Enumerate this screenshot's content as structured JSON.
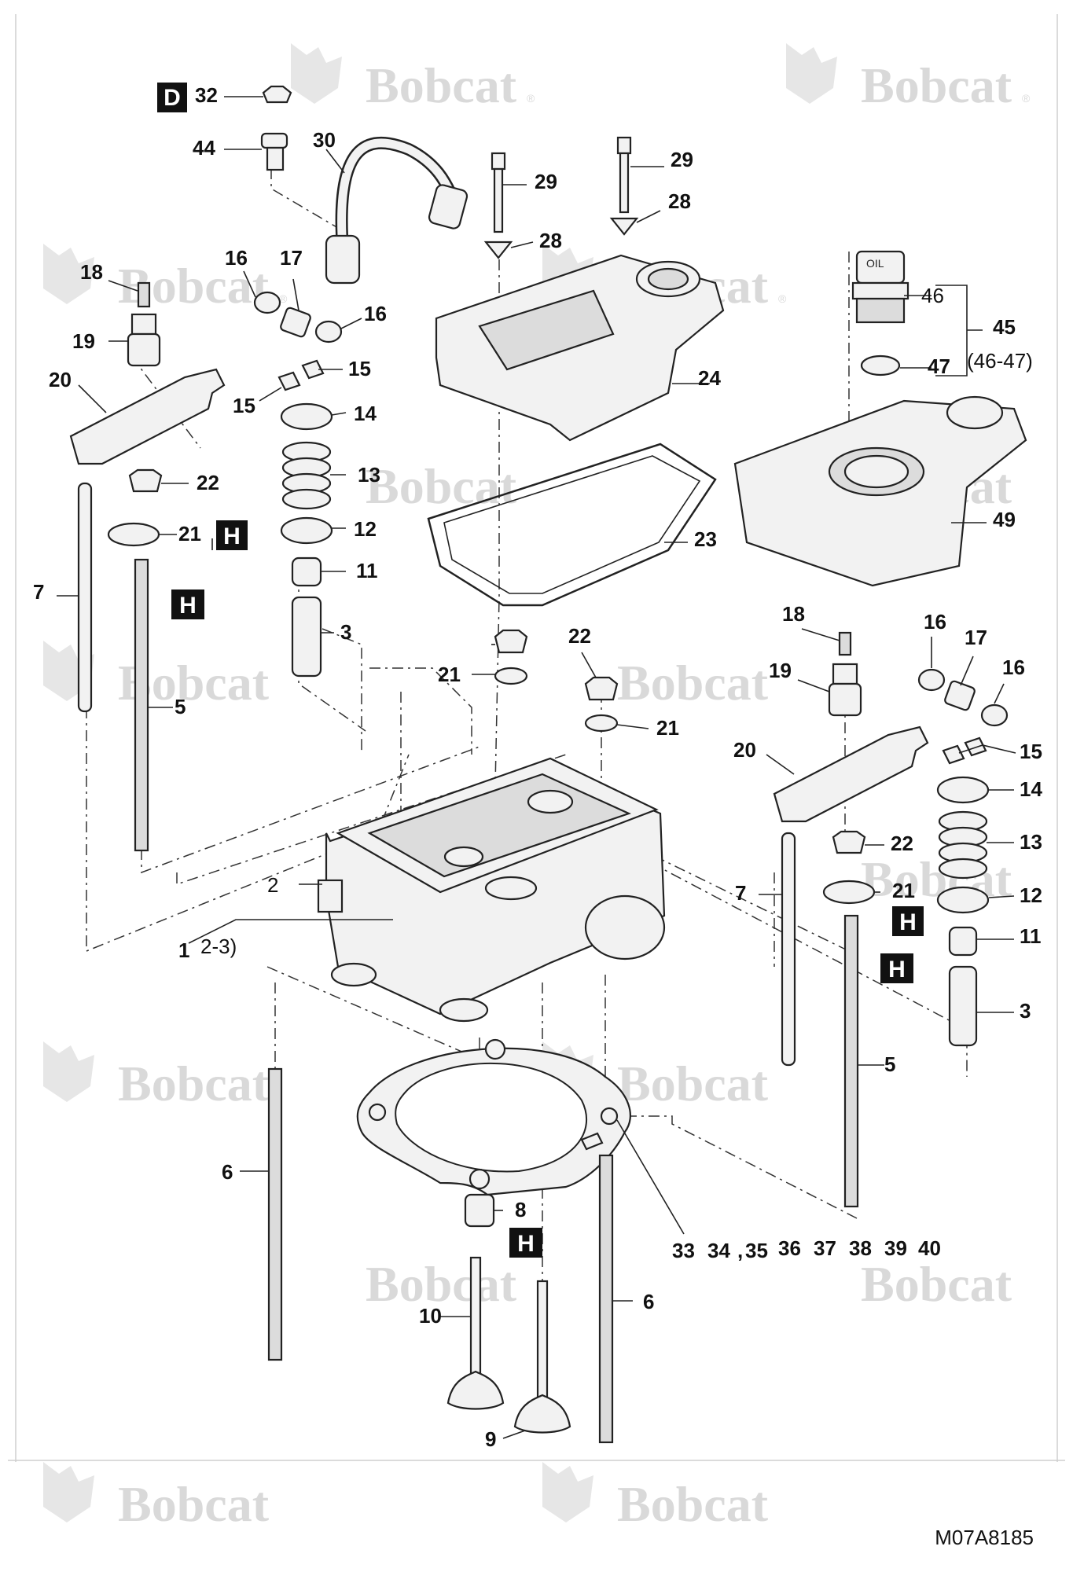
{
  "drawing_code": "M07A8185",
  "watermark": {
    "brand": "Bobcat",
    "reg_mark": "®"
  },
  "callouts": {
    "n1": "1",
    "n1_range": "2-3)",
    "n2": "2",
    "n3": "3",
    "n5": "5",
    "n6": "6",
    "n7": "7",
    "n8": "8",
    "n9": "9",
    "n10": "10",
    "n11": "11",
    "n12": "12",
    "n13": "13",
    "n14": "14",
    "n15": "15",
    "n16": "16",
    "n17": "17",
    "n18": "18",
    "n19": "19",
    "n20": "20",
    "n21": "21",
    "n22": "22",
    "n23": "23",
    "n24": "24",
    "n28": "28",
    "n29": "29",
    "n30": "30",
    "n32": "32",
    "n44": "44",
    "n45": "45",
    "n45_range": "(46-47)",
    "n46": "46",
    "n47": "47",
    "n49": "49",
    "n33": "33",
    "n34": "34",
    "n35": "35",
    "n36": "36",
    "n37": "37",
    "n38": "38",
    "n39": "39",
    "n40": "40",
    "sep_comma": ","
  },
  "boxes": {
    "d": "D",
    "h": "H"
  },
  "cap_label": "OIL",
  "colors": {
    "ink": "#222222",
    "watermark": "#d9d9d9",
    "box_fill": "#111111"
  }
}
